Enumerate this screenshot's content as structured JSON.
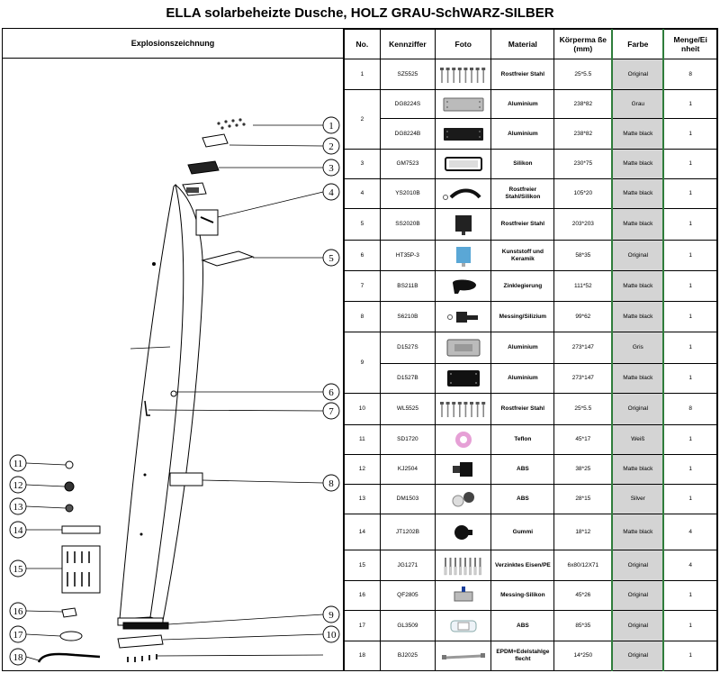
{
  "title": "ELLA solarbeheizte Dusche, HOLZ GRAU-SchWARZ-SILBER",
  "explosion_label": "Explosionszeichnung",
  "headers": {
    "no": "No.",
    "code": "Kennziffer",
    "photo": "Foto",
    "material": "Material",
    "size": "Körperma ße (mm)",
    "color": "Farbe",
    "qty": "Menge/Ei nheit"
  },
  "callouts": [
    "1",
    "2",
    "3",
    "4",
    "5",
    "6",
    "7",
    "8",
    "9",
    "10",
    "11",
    "12",
    "13",
    "14",
    "15",
    "16",
    "17",
    "18"
  ],
  "rows": [
    {
      "no": "1",
      "code": "SZ5525",
      "photo": "screws-icon",
      "material": "Rostfreier Stahl",
      "size": "25*5.5",
      "color": "Original",
      "qty": "8"
    },
    {
      "no": "2",
      "code": "DG8224S",
      "photo": "plate-silver-icon",
      "material": "Aluminium",
      "size": "238*82",
      "color": "Grau",
      "qty": "1"
    },
    {
      "no": "",
      "code": "DG8224B",
      "photo": "plate-black-icon",
      "material": "Aluminium",
      "size": "238*82",
      "color": "Matte black",
      "qty": "1"
    },
    {
      "no": "3",
      "code": "GM7523",
      "photo": "gasket-icon",
      "material": "Silikon",
      "size": "230*75",
      "color": "Matte black",
      "qty": "1"
    },
    {
      "no": "4",
      "code": "YS2010B",
      "photo": "arm-icon",
      "material": "Rostfreier Stahl/Silikon",
      "size": "105*20",
      "color": "Matte black",
      "qty": "1"
    },
    {
      "no": "5",
      "code": "SS2020B",
      "photo": "showerhead-icon",
      "material": "Rostfreier Stahl",
      "size": "203*203",
      "color": "Matte black",
      "qty": "1"
    },
    {
      "no": "6",
      "code": "HT35P-3",
      "photo": "cartridge-icon",
      "material": "Kunststoff und Keramik",
      "size": "58*35",
      "color": "Original",
      "qty": "1"
    },
    {
      "no": "7",
      "code": "BS211B",
      "photo": "handle-icon",
      "material": "Zinklegierung",
      "size": "111*52",
      "color": "Matte black",
      "qty": "1"
    },
    {
      "no": "8",
      "code": "S6210B",
      "photo": "tap-icon",
      "material": "Messing/Silizium",
      "size": "99*62",
      "color": "Matte black",
      "qty": "1"
    },
    {
      "no": "9",
      "code": "D1527S",
      "photo": "cover-silver-icon",
      "material": "Aluminium",
      "size": "273*147",
      "color": "Gris",
      "qty": "1"
    },
    {
      "no": "",
      "code": "D1527B",
      "photo": "cover-black-icon",
      "material": "Aluminium",
      "size": "273*147",
      "color": "Matte black",
      "qty": "1"
    },
    {
      "no": "10",
      "code": "WL5525",
      "photo": "screws-icon",
      "material": "Rostfreier Stahl",
      "size": "25*5.5",
      "color": "Original",
      "qty": "8"
    },
    {
      "no": "11",
      "code": "SD1720",
      "photo": "ring-icon",
      "material": "Teflon",
      "size": "45*17",
      "color": "Weiß",
      "qty": "1"
    },
    {
      "no": "12",
      "code": "KJ2504",
      "photo": "connector-icon",
      "material": "ABS",
      "size": "38*25",
      "color": "Matte black",
      "qty": "1"
    },
    {
      "no": "13",
      "code": "DM1503",
      "photo": "caps-icon",
      "material": "ABS",
      "size": "28*15",
      "color": "Silver",
      "qty": "1"
    },
    {
      "no": "14",
      "code": "JT1202B",
      "photo": "plug-icon",
      "material": "Gummi",
      "size": "18*12",
      "color": "Matte black",
      "qty": "4"
    },
    {
      "no": "15",
      "code": "JG1271",
      "photo": "anchors-icon",
      "material": "Verzinktes Eisen/PE",
      "size": "6x80/12X71",
      "color": "Original",
      "qty": "4"
    },
    {
      "no": "16",
      "code": "QF2805",
      "photo": "valve-icon",
      "material": "Messing-Silikon",
      "size": "45*26",
      "color": "Original",
      "qty": "1"
    },
    {
      "no": "17",
      "code": "GL3509",
      "photo": "filter-icon",
      "material": "ABS",
      "size": "85*35",
      "color": "Original",
      "qty": "1"
    },
    {
      "no": "18",
      "code": "BJ2025",
      "photo": "hose-icon",
      "material": "EPDM+Edelstahlge flecht",
      "size": "14*250",
      "color": "Original",
      "qty": "1"
    }
  ]
}
